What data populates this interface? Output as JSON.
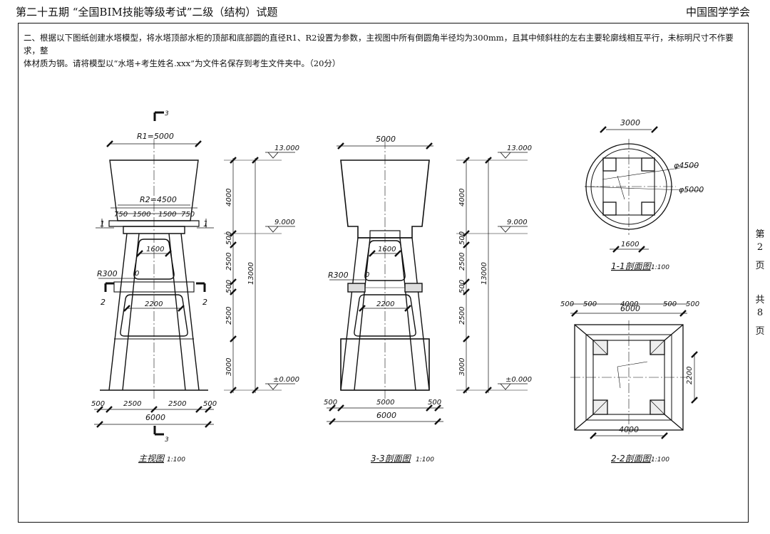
{
  "header": {
    "title": "第二十五期 “全国BIM技能等级考试”二级（结构）试题",
    "org": "中国图学学会"
  },
  "instructions": {
    "line1": "二、根据以下图纸创建水塔模型，将水塔顶部水柜的顶部和底部圆的直径R1、R2设置为参数，主视图中所有倒圆角半径均为300mm，且其中倾斜柱的左右主要轮廓线相互平行，未标明尺寸不作要求，整",
    "line2": "体材质为钢。请将模型以“水塔+考生姓名.xxx”为文件名保存到考生文件夹中。（20分）"
  },
  "side_note": [
    "第",
    "2",
    "页",
    "共",
    "8",
    "页"
  ],
  "front_view": {
    "title": "主视图",
    "scale": "1:100",
    "r1": "R1=5000",
    "r2": "R2=4500",
    "top_splits": [
      "750",
      "1500",
      "1500",
      "750"
    ],
    "opening_top": "1600",
    "opening_bottom": "2200",
    "fillet": "R300",
    "fillet_mark": "0",
    "bottom_dims": [
      "500",
      "2500",
      "2500",
      "500"
    ],
    "total_width": "6000",
    "cut_1": "1",
    "cut_2": "2",
    "cut_3": "3",
    "heights": [
      "4000",
      "500",
      "2500",
      "500",
      "2500",
      "3000"
    ],
    "total_height": "13000",
    "levels": [
      "13.000",
      "9.000",
      "±0.000"
    ]
  },
  "section_3": {
    "title": "3-3剖面图",
    "scale": "1:100",
    "top_width": "5000",
    "opening_top": "1600",
    "opening_bottom": "2200",
    "fillet": "R300",
    "fillet_mark": "0",
    "bottom_dims": [
      "500",
      "5000",
      "500"
    ],
    "total_width": "6000",
    "heights": [
      "4000",
      "500",
      "2500",
      "500",
      "2500",
      "3000"
    ],
    "total_height": "13000",
    "levels": [
      "13.000",
      "9.000",
      "±0.000"
    ]
  },
  "section_1": {
    "title": "1-1剖面图",
    "scale": "1:100",
    "top_dim": "3000",
    "d_inner": "φ4500",
    "d_outer": "φ5000",
    "bottom_dim": "1600"
  },
  "section_2": {
    "title": "2-2剖面图",
    "scale": "1:100",
    "top_dim": "6000",
    "sub_dims": [
      "500",
      "500",
      "4000",
      "500",
      "500"
    ],
    "right_dim": "2200",
    "bottom_dim": "4000"
  }
}
